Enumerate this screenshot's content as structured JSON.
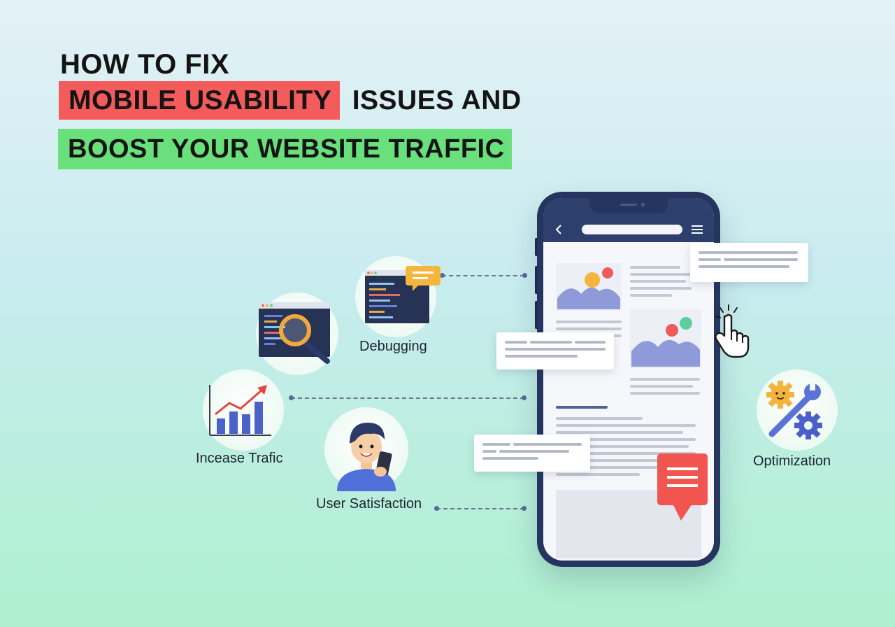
{
  "headline": {
    "line1": "HOW TO FIX",
    "line2_highlight": "MOBILE USABILITY",
    "line2_rest": "ISSUES AND",
    "line3_highlight": "BOOST YOUR WEBSITE TRAFFIC"
  },
  "features": {
    "debugging": "Debugging",
    "increase_traffic": "Incease Trafic",
    "user_satisfaction": "User Satisfaction",
    "optimization": "Optimization"
  },
  "colors": {
    "highlight_red": "#f45b5b",
    "highlight_green": "#6ae07c",
    "phone_body": "#253560",
    "chat_bubble": "#f0564f",
    "connector": "#6a7690"
  },
  "icons": [
    "code-window-search-icon",
    "code-window-chat-icon",
    "bar-chart-up-icon",
    "user-phone-icon",
    "gear-wrench-icon",
    "hand-pointer-icon",
    "chat-bubble-icon",
    "image-placeholder-icon"
  ]
}
